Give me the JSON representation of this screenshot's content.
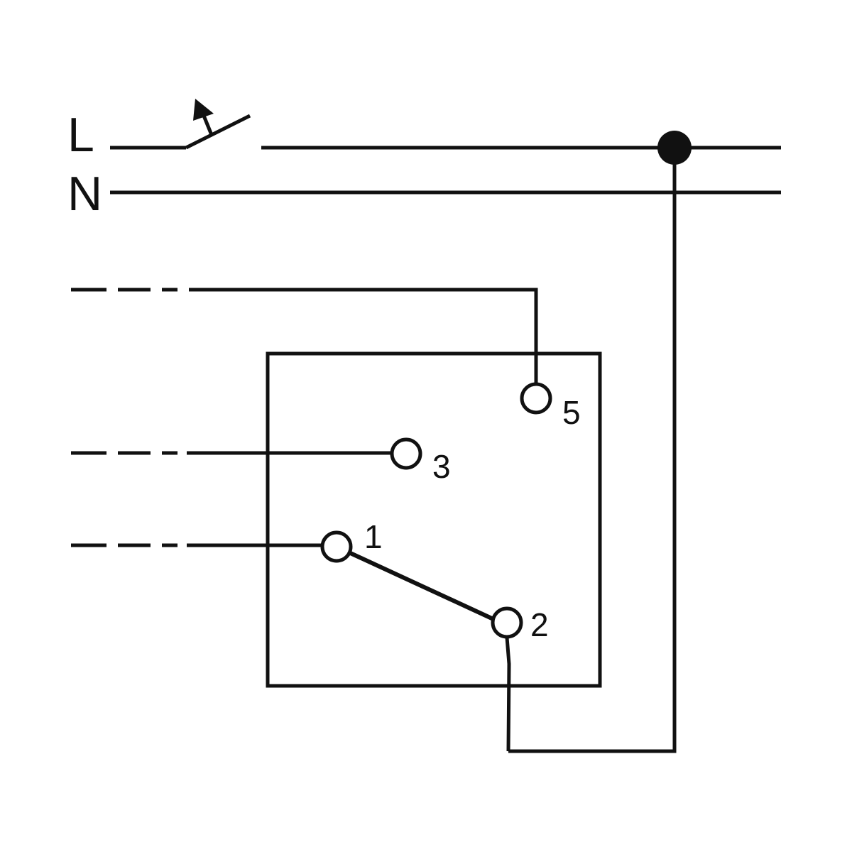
{
  "lines": {
    "line_label": "L",
    "neutral_label": "N"
  },
  "terminals": {
    "t1": "1",
    "t2": "2",
    "t3": "3",
    "t5": "5"
  },
  "colors": {
    "stroke": "#111111",
    "background": "#ffffff"
  }
}
